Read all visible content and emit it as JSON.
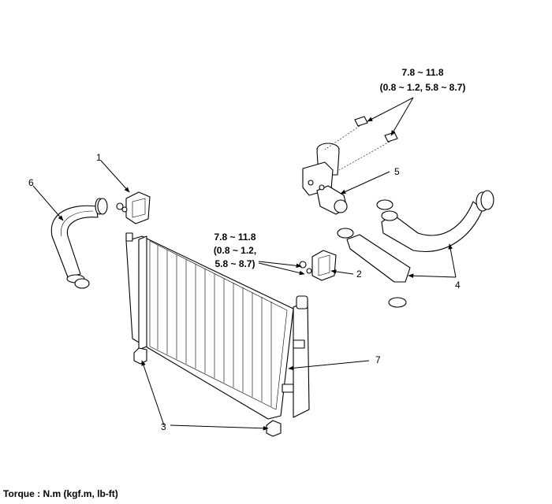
{
  "labels": {
    "n1": "1",
    "n2": "2",
    "n3": "3",
    "n4": "4",
    "n5": "5",
    "n6": "6",
    "n7": "7"
  },
  "torque_top": {
    "line1": "7.8 ~ 11.8",
    "line2": "(0.8 ~ 1.2, 5.8 ~ 8.7)"
  },
  "torque_mid": {
    "line1": "7.8 ~ 11.8",
    "line2": "(0.8 ~ 1.2,",
    "line3": "5.8 ~ 8.7)"
  },
  "footer": "Torque : N.m (kgf.m, lb-ft)"
}
